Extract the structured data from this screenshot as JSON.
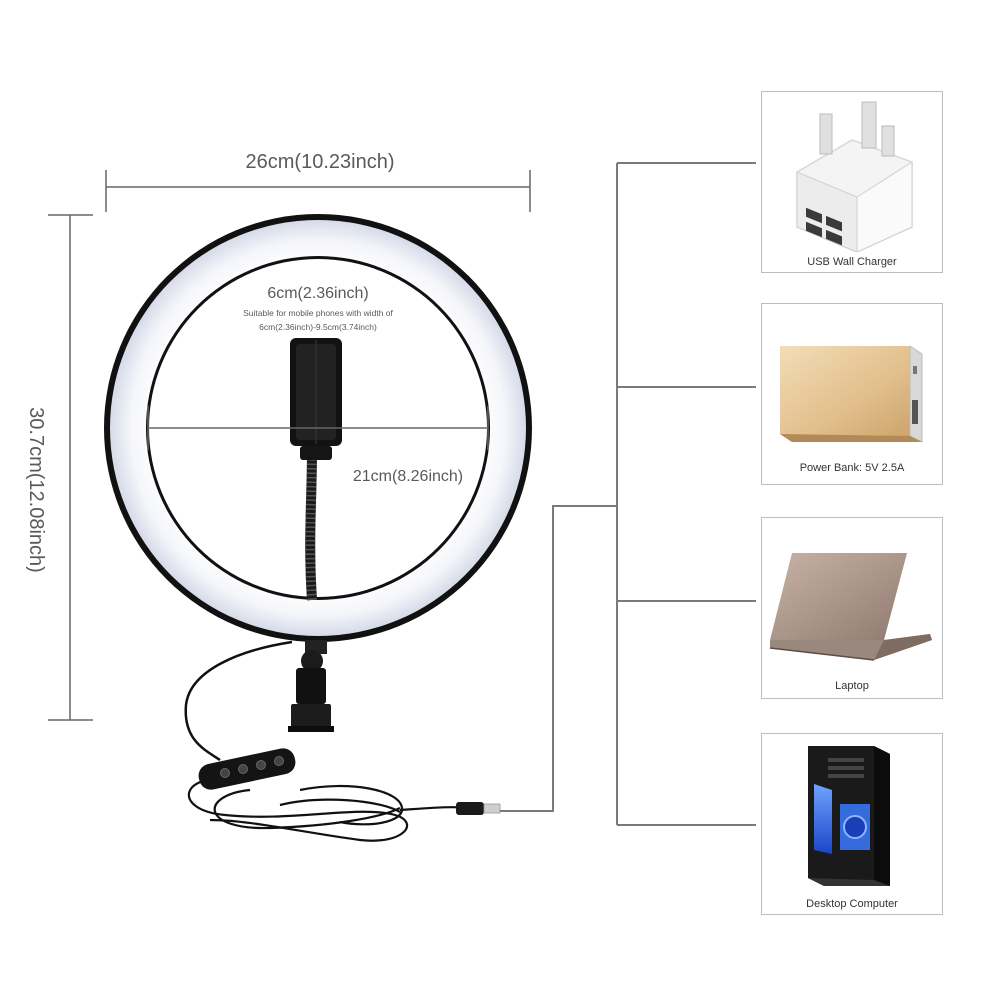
{
  "dimensions": {
    "width_label": "26cm(10.23inch)",
    "height_label": "30.7cm(12.08inch)",
    "holder_label": "6cm(2.36inch)",
    "holder_note_line1": "Suitable for mobile phones with width of",
    "holder_note_line2": "6cm(2.36inch)-9.5cm(3.74inch)",
    "inner_label": "21cm(8.26inch)"
  },
  "power_sources": [
    {
      "caption": "USB Wall Charger",
      "icon": "usb-wall-charger-icon"
    },
    {
      "caption": "Power Bank: 5V 2.5A",
      "icon": "power-bank-icon"
    },
    {
      "caption": "Laptop",
      "icon": "laptop-icon"
    },
    {
      "caption": "Desktop Computer",
      "icon": "desktop-computer-icon"
    }
  ],
  "colors": {
    "ring_outer": "#111111",
    "ring_light": "#f7f8fc",
    "ring_glow": "#dfe4f0",
    "dimension_line": "#666666",
    "connector_line": "#7a7a7a",
    "card_border": "#bdbdbd",
    "power_bank_gold": "#e8c99a",
    "desktop_blue": "#2b64e8"
  }
}
